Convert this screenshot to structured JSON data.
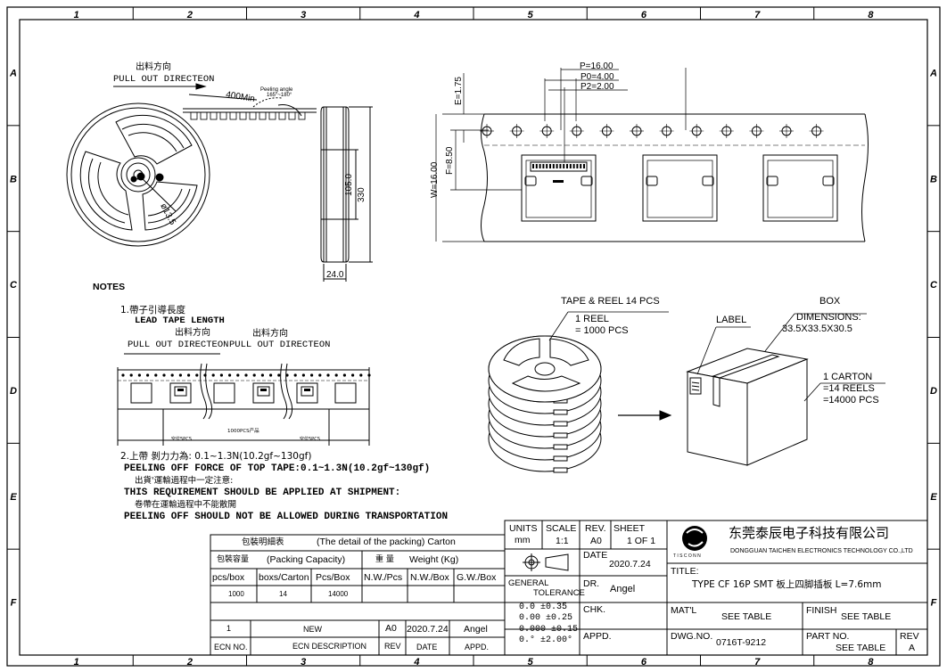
{
  "frame": {
    "columns": [
      "1",
      "2",
      "3",
      "4",
      "5",
      "6",
      "7",
      "8"
    ],
    "rows": [
      "A",
      "B",
      "C",
      "D",
      "E",
      "F"
    ]
  },
  "reel_view": {
    "direction_cn": "出料方向",
    "direction_en": "PULL OUT DIRECTEON",
    "leader_length": "400Min",
    "peeling_angle_label": "Peeling angle",
    "peeling_angle_value": "165°~180°",
    "hub_dia": "ø13.5",
    "reel_dia": "330",
    "inner_dia": "105.0",
    "reel_width": "24.0"
  },
  "tape_view": {
    "pitch": "P=16.00",
    "p0": "P0=4.00",
    "p2": "P2=2.00",
    "e": "E=1.75",
    "f": "F=8.50",
    "w": "W=16.00"
  },
  "notes": {
    "heading": "NOTES",
    "n1_cn": "1.帶子引導長度",
    "n1_en": "LEAD TAPE LENGTH",
    "dir_cn": "出料方向",
    "dir_en": "PULL OUT DIRECTEON",
    "dir_en_2": "PULL OUT DIRECTEON",
    "empty_left": "空位5PCS",
    "qty_mid": "1000PCS产品",
    "empty_right": "空位5PCS",
    "n2_cn": "2.上帶 剝力力為: 0.1~1.3N(10.2gf~130gf)",
    "n2_en": "PEELING OFF FORCE OF TOP TAPE:0.1~1.3N(10.2gf~130gf)",
    "n3_cn": "出貨'運輸過程中一定注意:",
    "n3_en": "THIS REQUIREMENT SHOULD BE APPLIED AT SHIPMENT:",
    "n4_cn": "卷帶在運輸過程中不能散開",
    "n4_en": "PEELING OFF SHOULD NOT BE ALLOWED DURING TRANSPORTATION"
  },
  "packing_art": {
    "tape_reel": "TAPE & REEL 14 PCS",
    "reel_qty_1": "1 REEL",
    "reel_qty_2": "= 1000 PCS",
    "box": "BOX",
    "dims_label": "DIMENSIONS:",
    "dims": "33.5X33.5X30.5",
    "label": "LABEL",
    "carton_1": "1 CARTON",
    "carton_2": "=14 REELS",
    "carton_3": "=14000 PCS"
  },
  "packing_table": {
    "title_cn": "包裝明細表",
    "title_en": "(The detail of the packing) Carton",
    "cap_cn": "包裝容量",
    "cap_en": "(Packing Capacity)",
    "wt_cn": "重 量",
    "wt_en": "Weight (Kg)",
    "headers": [
      "pcs/box",
      "boxs/Carton",
      "Pcs/Box",
      "N.W./Pcs",
      "N.W./Box",
      "G.W./Box"
    ],
    "values": [
      "1000",
      "14",
      "14000",
      "",
      "",
      ""
    ]
  },
  "ecn_table": {
    "no": "1",
    "desc": "NEW",
    "rev": "A0",
    "date": "2020.7.24",
    "appd": "Angel",
    "h_no": "ECN NO.",
    "h_desc": "ECN DESCRIPTION",
    "h_rev": "REV",
    "h_date": "DATE",
    "h_appd": "APPD."
  },
  "title_block": {
    "units_label": "UNITS",
    "units": "mm",
    "scale_label": "SCALE",
    "scale": "1:1",
    "rev_label": "REV.",
    "rev": "A0",
    "sheet_label": "SHEET",
    "sheet": "1 OF 1",
    "date_label": "DATE",
    "date": "2020.7.24",
    "gen_tol_1": "GENERAL",
    "gen_tol_2": "TOLERANCE",
    "tol_rows": [
      "0.0   ±0.35",
      "0.00  ±0.25",
      "0.000 ±0.15",
      "0.°   ±2.00°"
    ],
    "dr_label": "DR.",
    "dr": "Angel",
    "chk_label": "CHK.",
    "appd_label": "APPD.",
    "company_cn": "东莞泰辰电子科技有限公司",
    "company_en": "DONGGUAN TAICHEN ELECTRONICS TECHNOLOGY CO.,LTD",
    "logo_sub": "T I S C O N N",
    "title_label": "TITLE:",
    "title": "TYPE CF 16P SMT 板上四脚插板 L=7.6mm",
    "matl_label": "MAT'L",
    "matl": "SEE TABLE",
    "finish_label": "FINISH",
    "finish": "SEE TABLE",
    "dwg_label": "DWG.NO.",
    "dwg": "0716T-9212",
    "part_label": "PART NO.",
    "part": "SEE TABLE",
    "rev2_label": "REV",
    "rev2": "A"
  }
}
